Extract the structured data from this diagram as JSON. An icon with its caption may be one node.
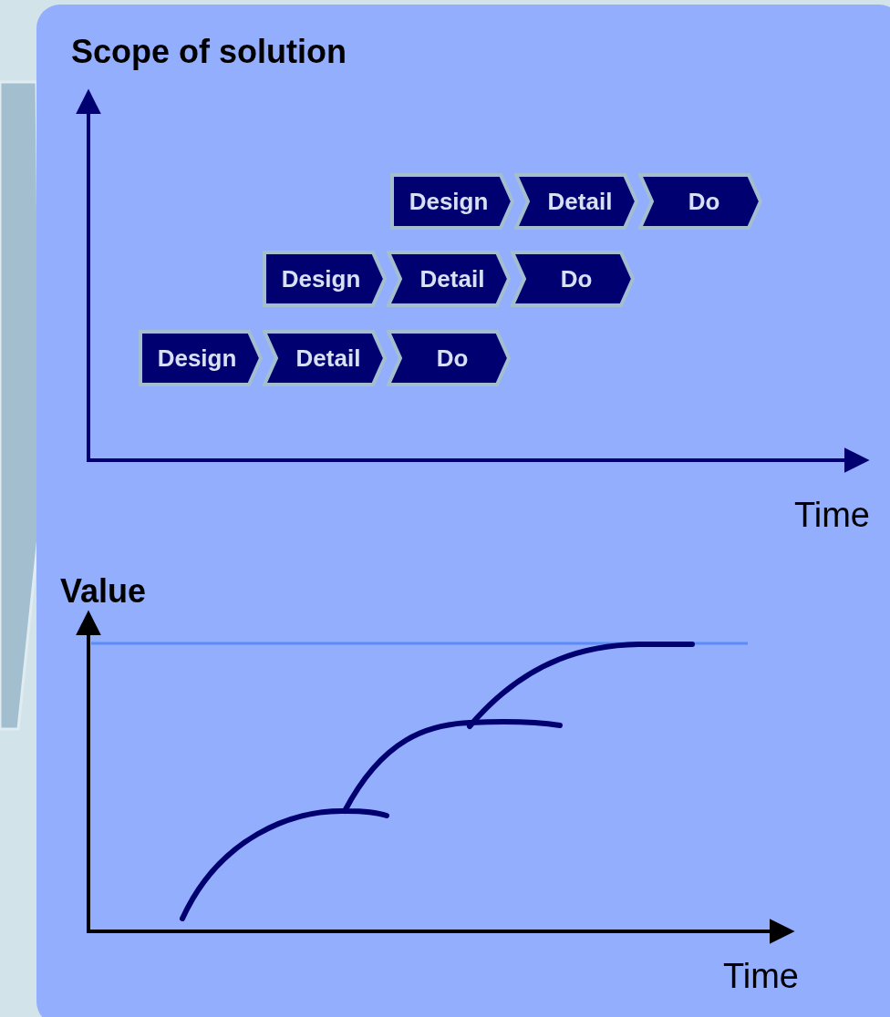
{
  "diagram": {
    "nodes": [
      {
        "text": [
          "Design"
        ]
      },
      {
        "text": [
          "Detail"
        ]
      },
      {
        "text": [
          "Do"
        ]
      },
      {
        "text": [
          "Design"
        ]
      },
      {
        "text": [
          "Detail"
        ]
      },
      {
        "text": [
          "Do"
        ]
      },
      {
        "text": [
          "Design"
        ]
      },
      {
        "text": [
          "Detail"
        ]
      },
      {
        "text": [
          "Do"
        ]
      }
    ],
    "edges": [],
    "labels": [
      "Scope of solution",
      "Time",
      "Value",
      "Time"
    ]
  }
}
